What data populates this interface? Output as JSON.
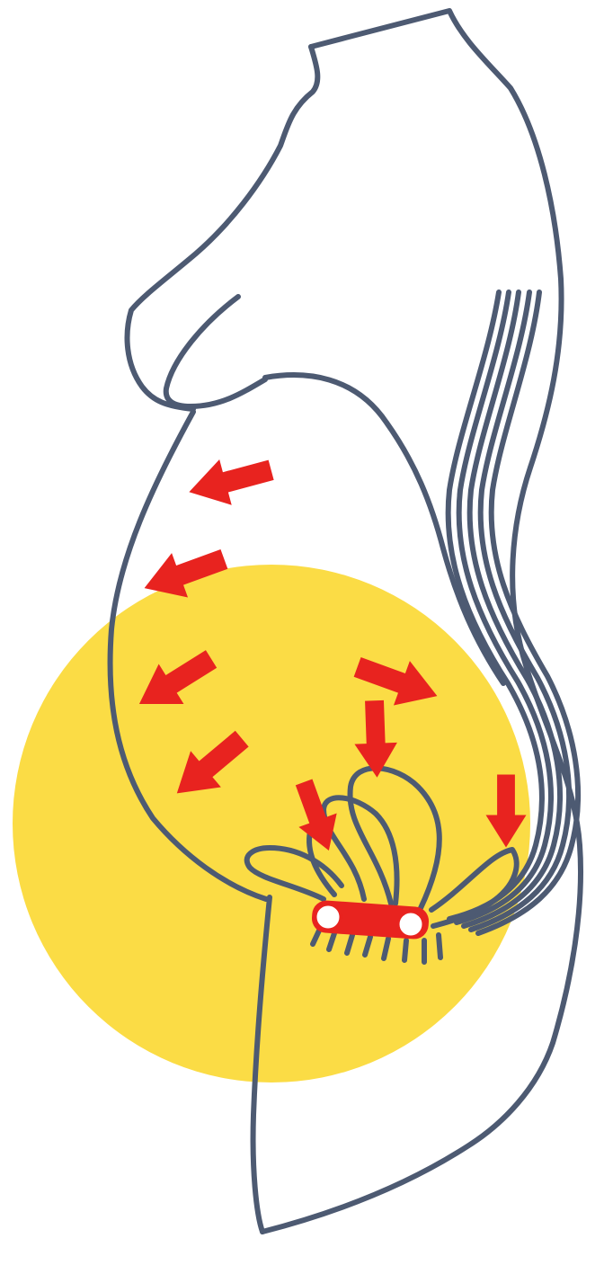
{
  "colors": {
    "background": "#ffffff",
    "highlight": "#fbdc45",
    "outline": "#4d5a72",
    "arrow": "#e8231f",
    "joint": "#ffffff"
  },
  "icons": {
    "arrow": "pressure-arrow-icon",
    "joint": "pelvic-joint-icon"
  },
  "arrows": [
    {
      "name": "arrow-upper-front-1",
      "direction": "front"
    },
    {
      "name": "arrow-upper-front-2",
      "direction": "front"
    },
    {
      "name": "arrow-mid-front",
      "direction": "front"
    },
    {
      "name": "arrow-lower-front",
      "direction": "front"
    },
    {
      "name": "arrow-back-down",
      "direction": "back"
    },
    {
      "name": "arrow-pelvic-1",
      "direction": "down"
    },
    {
      "name": "arrow-pelvic-2",
      "direction": "down"
    },
    {
      "name": "arrow-pelvic-3",
      "direction": "down"
    }
  ]
}
